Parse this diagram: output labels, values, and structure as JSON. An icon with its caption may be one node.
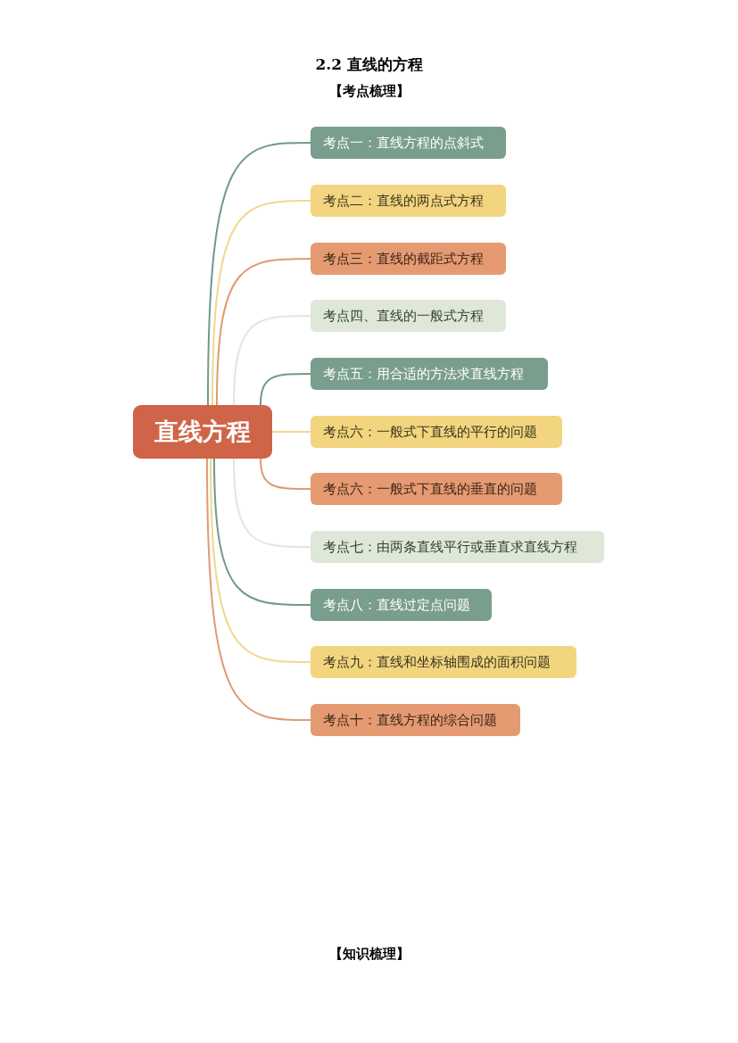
{
  "diagram": {
    "title": "2.2 直线的方程",
    "nodes": [
      {
        "text": [
          "直线方程"
        ]
      },
      {
        "text": [
          "考点一：直线方程的点斜式"
        ]
      },
      {
        "text": [
          "考点二：直线的两点式方程"
        ]
      },
      {
        "text": [
          "考点三：直线的截距式方程"
        ]
      },
      {
        "text": [
          "考点四、直线的一般式方程"
        ]
      },
      {
        "text": [
          "考点五：用合适的方法求直线方程"
        ]
      },
      {
        "text": [
          "考点六：一般式下直线的平行的问题"
        ]
      },
      {
        "text": [
          "考点六：一般式下直线的垂直的问题"
        ]
      },
      {
        "text": [
          "考点七：由两条直线平行或垂直求直线方程"
        ]
      },
      {
        "text": [
          "考点八：直线过定点问题"
        ]
      },
      {
        "text": [
          "考点九：直线和坐标轴围成的面积问题"
        ]
      },
      {
        "text": [
          "考点十：直线方程的综合问题"
        ]
      }
    ],
    "edges": [
      {
        "from": 0,
        "to": 1,
        "arrow": "none",
        "color": "#6f9a8a"
      },
      {
        "from": 0,
        "to": 2,
        "arrow": "none",
        "color": "#f0d88a"
      },
      {
        "from": 0,
        "to": 3,
        "arrow": "none",
        "color": "#df9a75"
      },
      {
        "from": 0,
        "to": 4,
        "arrow": "none",
        "color": "#e2e6df"
      },
      {
        "from": 0,
        "to": 5,
        "arrow": "none",
        "color": "#6f9a8a"
      },
      {
        "from": 0,
        "to": 6,
        "arrow": "none",
        "color": "#f0d88a"
      },
      {
        "from": 0,
        "to": 7,
        "arrow": "none",
        "color": "#df9a75"
      },
      {
        "from": 0,
        "to": 8,
        "arrow": "none",
        "color": "#e2e6df"
      },
      {
        "from": 0,
        "to": 9,
        "arrow": "none",
        "color": "#6f9a8a"
      },
      {
        "from": 0,
        "to": 10,
        "arrow": "none",
        "color": "#f0d88a"
      },
      {
        "from": 0,
        "to": 11,
        "arrow": "none",
        "color": "#df9a75"
      }
    ],
    "labels": [
      "【考点梳理】",
      "【知识梳理】"
    ]
  }
}
